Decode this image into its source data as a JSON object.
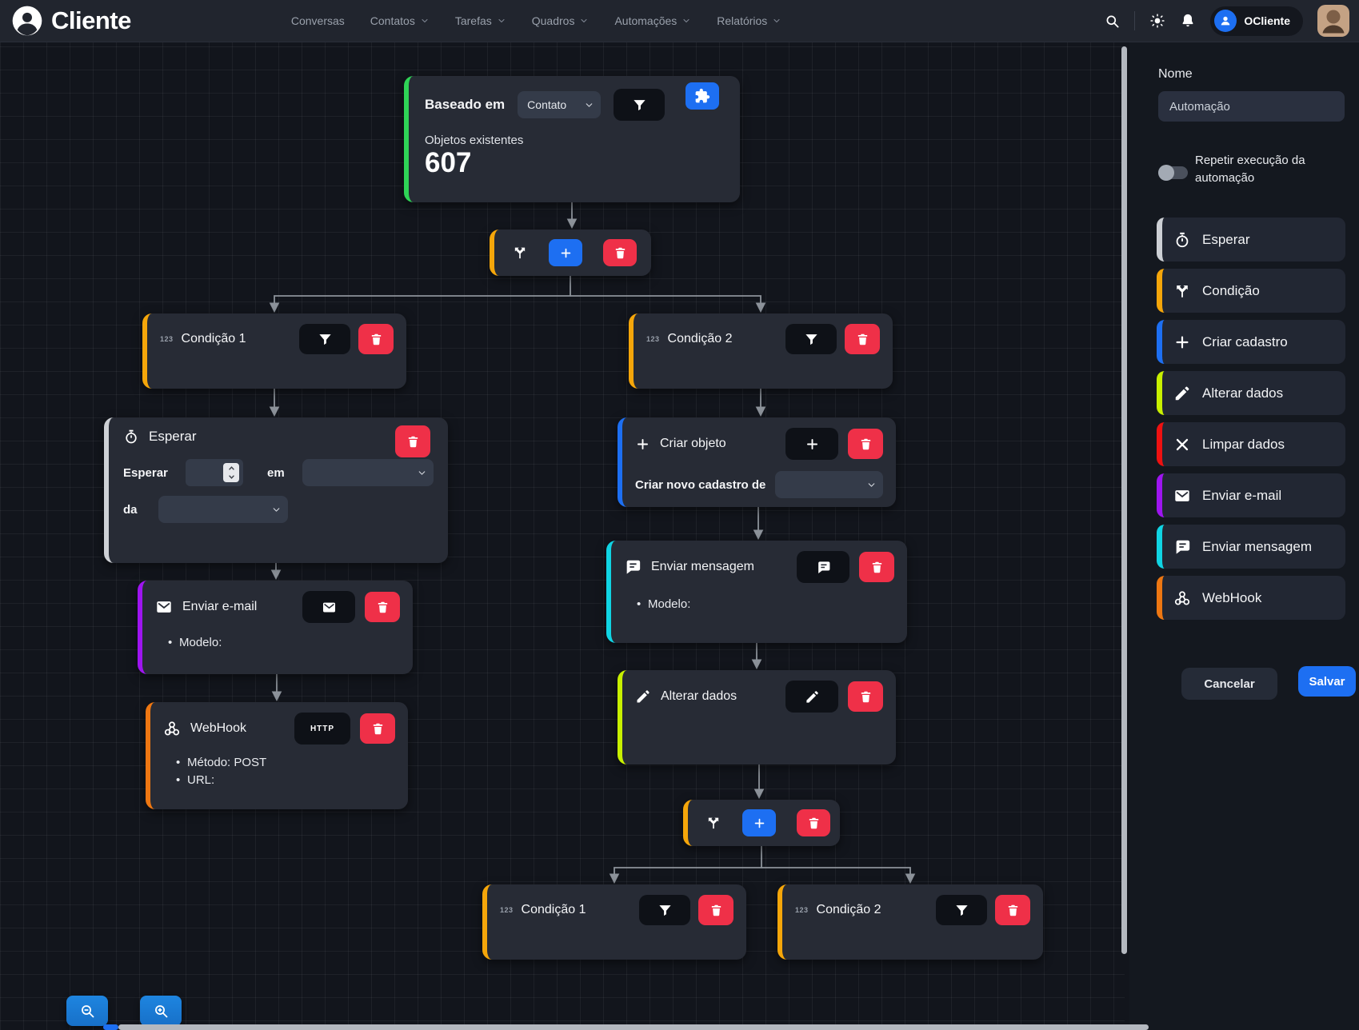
{
  "header": {
    "brand": "Cliente",
    "nav": [
      {
        "label": "Conversas",
        "dropdown": false
      },
      {
        "label": "Contatos",
        "dropdown": true
      },
      {
        "label": "Tarefas",
        "dropdown": true
      },
      {
        "label": "Quadros",
        "dropdown": true
      },
      {
        "label": "Automações",
        "dropdown": true
      },
      {
        "label": "Relatórios",
        "dropdown": true
      }
    ],
    "user_name": "OCliente"
  },
  "canvas": {
    "cond_icon_label": "123",
    "trigger": {
      "title": "Baseado em",
      "object_select_value": "Contato",
      "stat_label": "Objetos existentes",
      "stat_value": "607"
    },
    "condition1": {
      "title": "Condição 1"
    },
    "condition2": {
      "title": "Condição 2"
    },
    "wait": {
      "title": "Esperar",
      "field1_label": "Esperar",
      "field2_label": "em",
      "field3_label": "da"
    },
    "email": {
      "title": "Enviar e-mail",
      "bullet": "Modelo:"
    },
    "webhook": {
      "title": "WebHook",
      "button_label": "HTTP",
      "bullet1": "Método: POST",
      "bullet2": "URL:"
    },
    "create": {
      "title": "Criar objeto",
      "row_label": "Criar novo cadastro de"
    },
    "message": {
      "title": "Enviar mensagem",
      "bullet": "Modelo:"
    },
    "update": {
      "title": "Alterar dados"
    },
    "condition3": {
      "title": "Condição 1"
    },
    "condition4": {
      "title": "Condição 2"
    }
  },
  "sidebar": {
    "name_label": "Nome",
    "name_value": "Automação",
    "toggle_label": "Repetir execução da automação",
    "items": [
      {
        "label": "Esperar",
        "icon": "stopwatch-icon",
        "color": "#cdd0d5"
      },
      {
        "label": "Condição",
        "icon": "split-icon",
        "color": "#f5a60a"
      },
      {
        "label": "Criar cadastro",
        "icon": "plus-icon",
        "color": "#1d6ff2"
      },
      {
        "label": "Alterar dados",
        "icon": "pencil-icon",
        "color": "#c8f000"
      },
      {
        "label": "Limpar dados",
        "icon": "x-icon",
        "color": "#ee1111"
      },
      {
        "label": "Enviar e-mail",
        "icon": "mail-icon",
        "color": "#9e15f0"
      },
      {
        "label": "Enviar mensagem",
        "icon": "chat-icon",
        "color": "#10d4e3"
      },
      {
        "label": "WebHook",
        "icon": "webhook-icon",
        "color": "#ee7712"
      }
    ],
    "cancel_label": "Cancelar",
    "save_label": "Salvar"
  },
  "colors": {
    "accent_blue": "#1d6ff2",
    "danger_red": "#ef3048",
    "trigger_green": "#2fd356",
    "condition_amber": "#f5a60a",
    "wait_gray": "#cdd0d5",
    "email_purple": "#9e15f0",
    "webhook_orange": "#ee7712",
    "create_blue": "#1d6ff2",
    "message_cyan": "#10d4e3",
    "update_lime": "#c8f000",
    "clear_red": "#ee1111",
    "zoom_button_blue": "#1b7cd6"
  }
}
